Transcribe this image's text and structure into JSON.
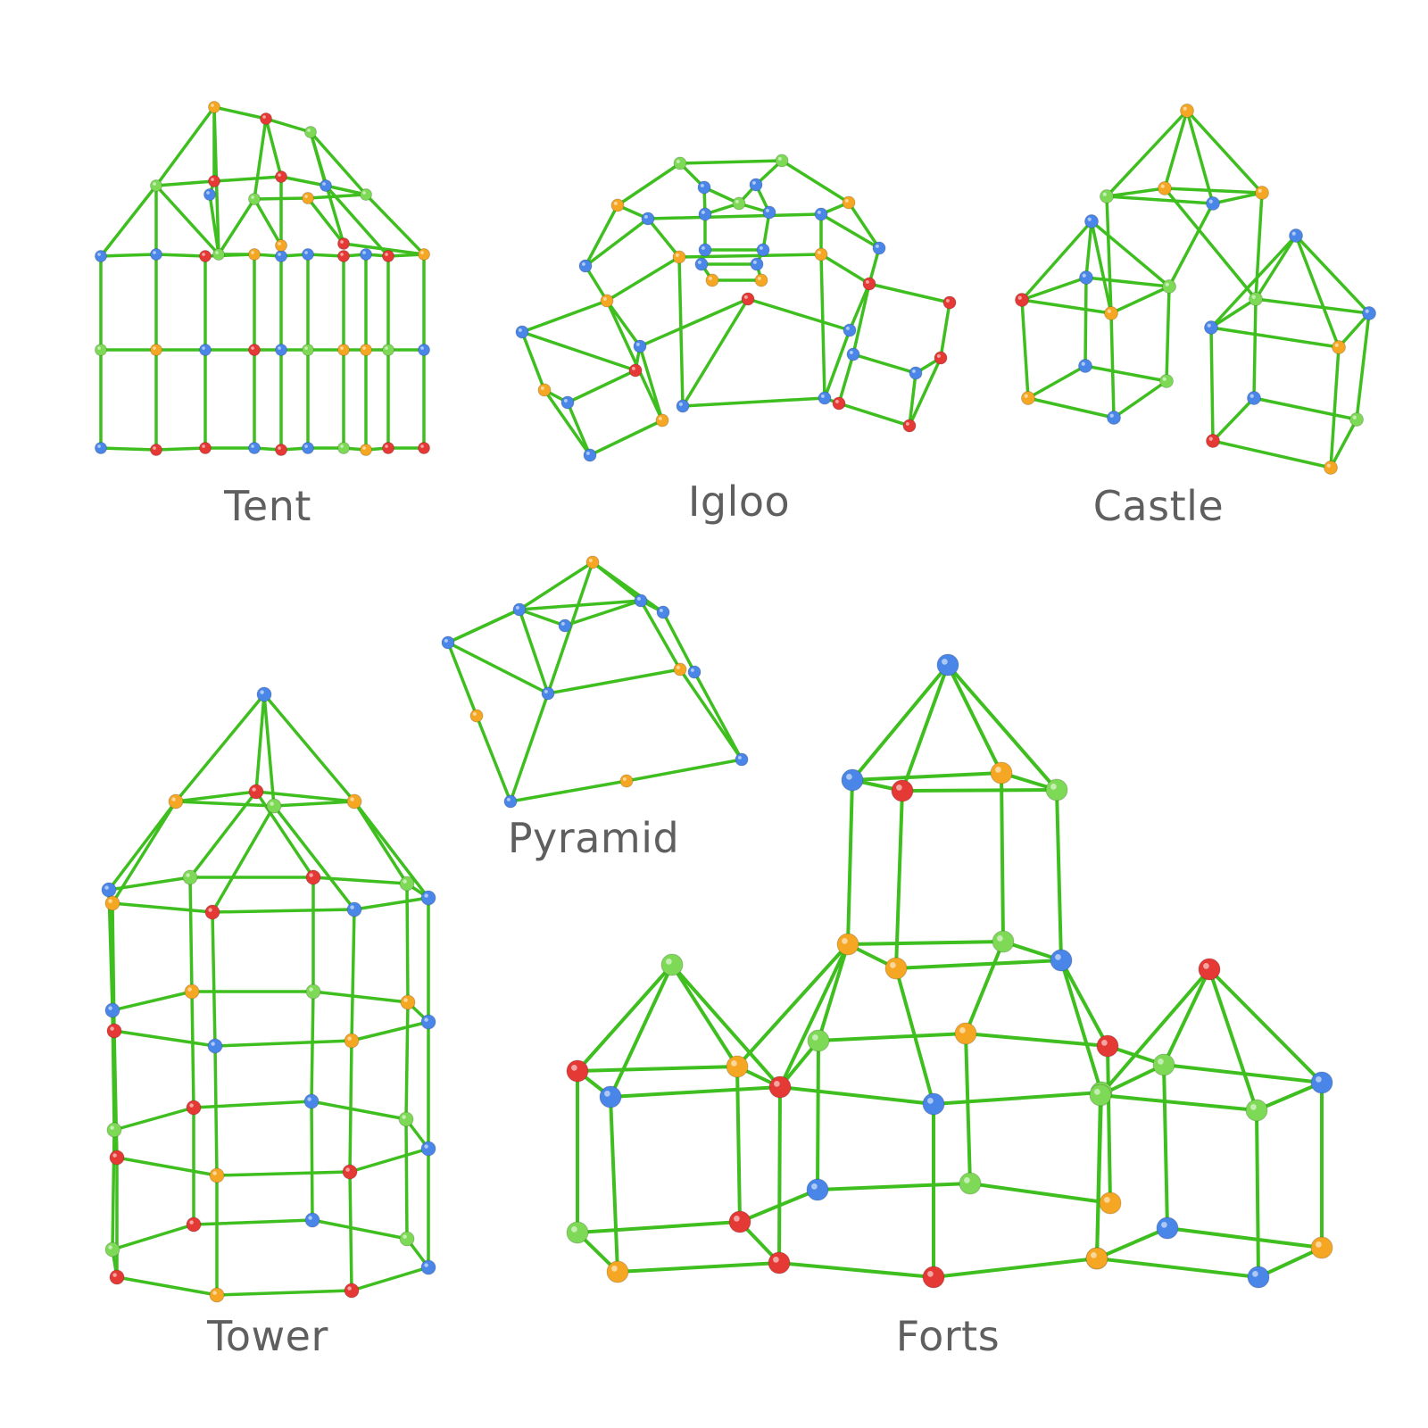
{
  "figure": {
    "colors": {
      "rod": "#3fbf1f",
      "connector_blue": "#4a86e8",
      "connector_red": "#e53935",
      "connector_orange": "#f5a623",
      "connector_green": "#7ed957"
    },
    "structures": [
      {
        "id": "tent",
        "label": "Tent"
      },
      {
        "id": "igloo",
        "label": "Igloo"
      },
      {
        "id": "castle",
        "label": "Castle"
      },
      {
        "id": "pyramid",
        "label": "Pyramid"
      },
      {
        "id": "tower",
        "label": "Tower"
      },
      {
        "id": "forts",
        "label": "Forts"
      }
    ]
  }
}
